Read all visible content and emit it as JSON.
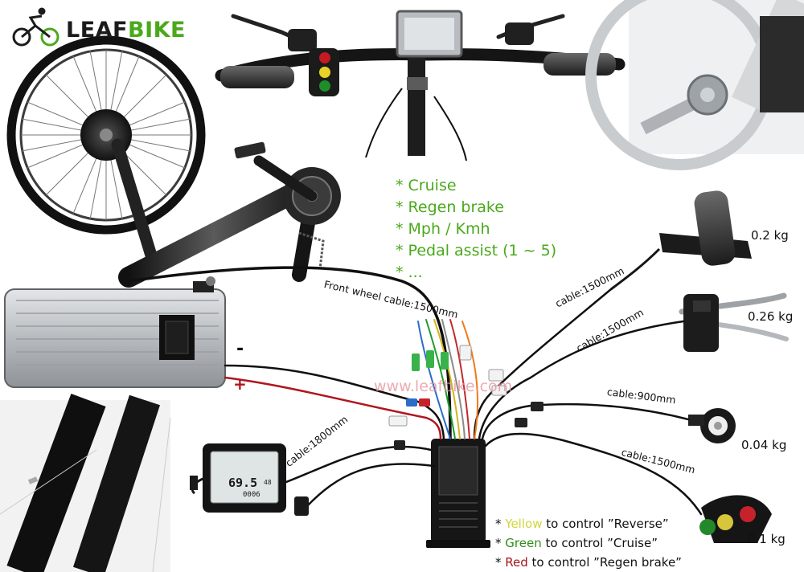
{
  "brand": {
    "name_part1": "LEAF",
    "name_part2": "BIKE"
  },
  "features": [
    "* Cruise",
    "* Regen brake",
    "* Mph / Kmh",
    "* Pedal assist (1 ~ 5)",
    "* ..."
  ],
  "cables": {
    "front_wheel": "Front wheel cable:1500mm",
    "throttle": "cable:1500mm",
    "brake": "cable:1500mm",
    "pas": "cable:900mm",
    "display": "cable:1800mm",
    "switch": "cable:1500mm"
  },
  "weights": {
    "throttle": "0.2 kg",
    "brake": "0.26 kg",
    "pas": "0.04 kg",
    "switch": "0.1 kg"
  },
  "battery": {
    "minus": "-",
    "plus": "+"
  },
  "watermark": "www.leafbike.com",
  "display_screen": {
    "speed": "69.5",
    "mode": "48",
    "odo": "0006"
  },
  "legend": [
    {
      "prefix": "* ",
      "color_word": "Yellow",
      "rest": " to control ”Reverse”"
    },
    {
      "prefix": "* ",
      "color_word": "Green",
      "rest": " to control ”Cruise”"
    },
    {
      "prefix": "* ",
      "color_word": "Red",
      "rest": " to control ”Regen brake”"
    }
  ],
  "colors": {
    "brand_green": "#4aa91b",
    "watermark_pink": "#e58f98",
    "yellow": "#cfd63b",
    "green": "#2e8d18",
    "red": "#a5131d"
  }
}
